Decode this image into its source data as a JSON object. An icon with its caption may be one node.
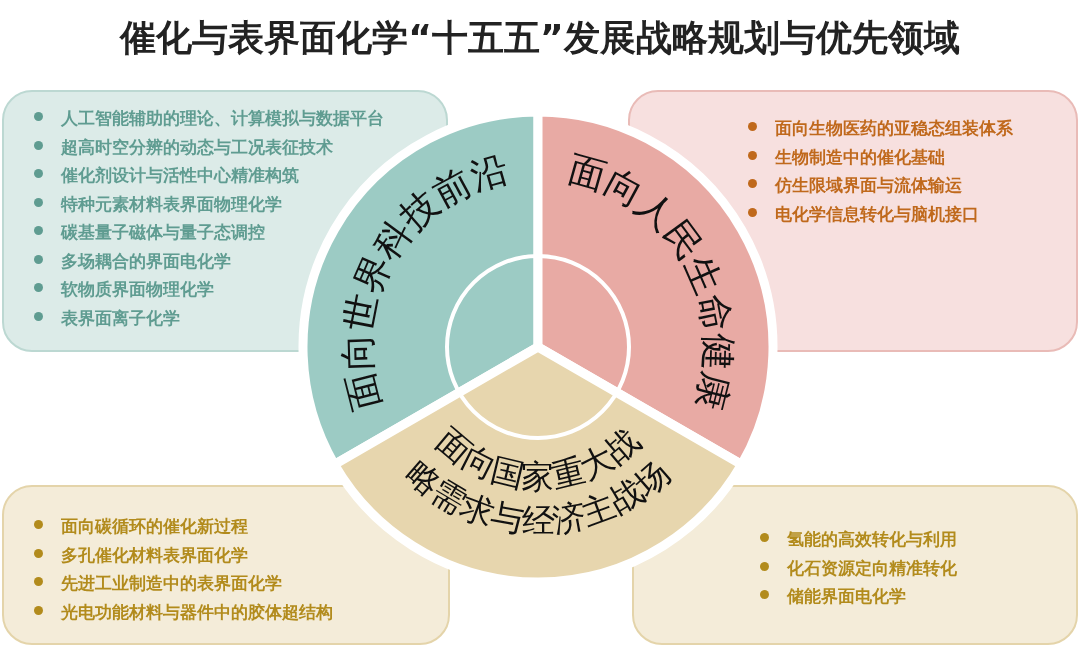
{
  "diagram": {
    "title": "催化与表界面化学“十五五”发展战略规划与优先领域",
    "nodes": [
      {
        "text": [
          "人工智能辅助的理论、计算模拟与数据平台",
          "超高时空分辨的动态与工况表征技术",
          "催化剂设计与活性中心精准构筑",
          "特种元素材料表界面物理化学",
          "碳基量子磁体与量子态调控",
          "多场耦合的界面电化学",
          "软物质界面物理化学",
          "表界面离子化学"
        ]
      },
      {
        "text": [
          "面向生物医药的亚稳态组装体系",
          "生物制造中的催化基础",
          "仿生限域界面与流体输运",
          "电化学信息转化与脑机接口"
        ]
      },
      {
        "text": [
          "面向世界科技前沿"
        ]
      },
      {
        "text": [
          "面向人民生命健康"
        ]
      },
      {
        "text": [
          "面向国家重大战略需求与经济主战场"
        ]
      },
      {
        "text": [
          "面向碳循环的催化新过程",
          "多孔催化材料表界面化学",
          "先进工业制造中的表界面化学",
          "光电功能材料与器件中的胶体超结构"
        ]
      },
      {
        "text": [
          "氢能的高效转化与利用",
          "化石资源定向精准转化",
          "储能界面电化学"
        ]
      },
      {
        "text": [],
        "shape": "circle"
      }
    ],
    "edges": []
  }
}
